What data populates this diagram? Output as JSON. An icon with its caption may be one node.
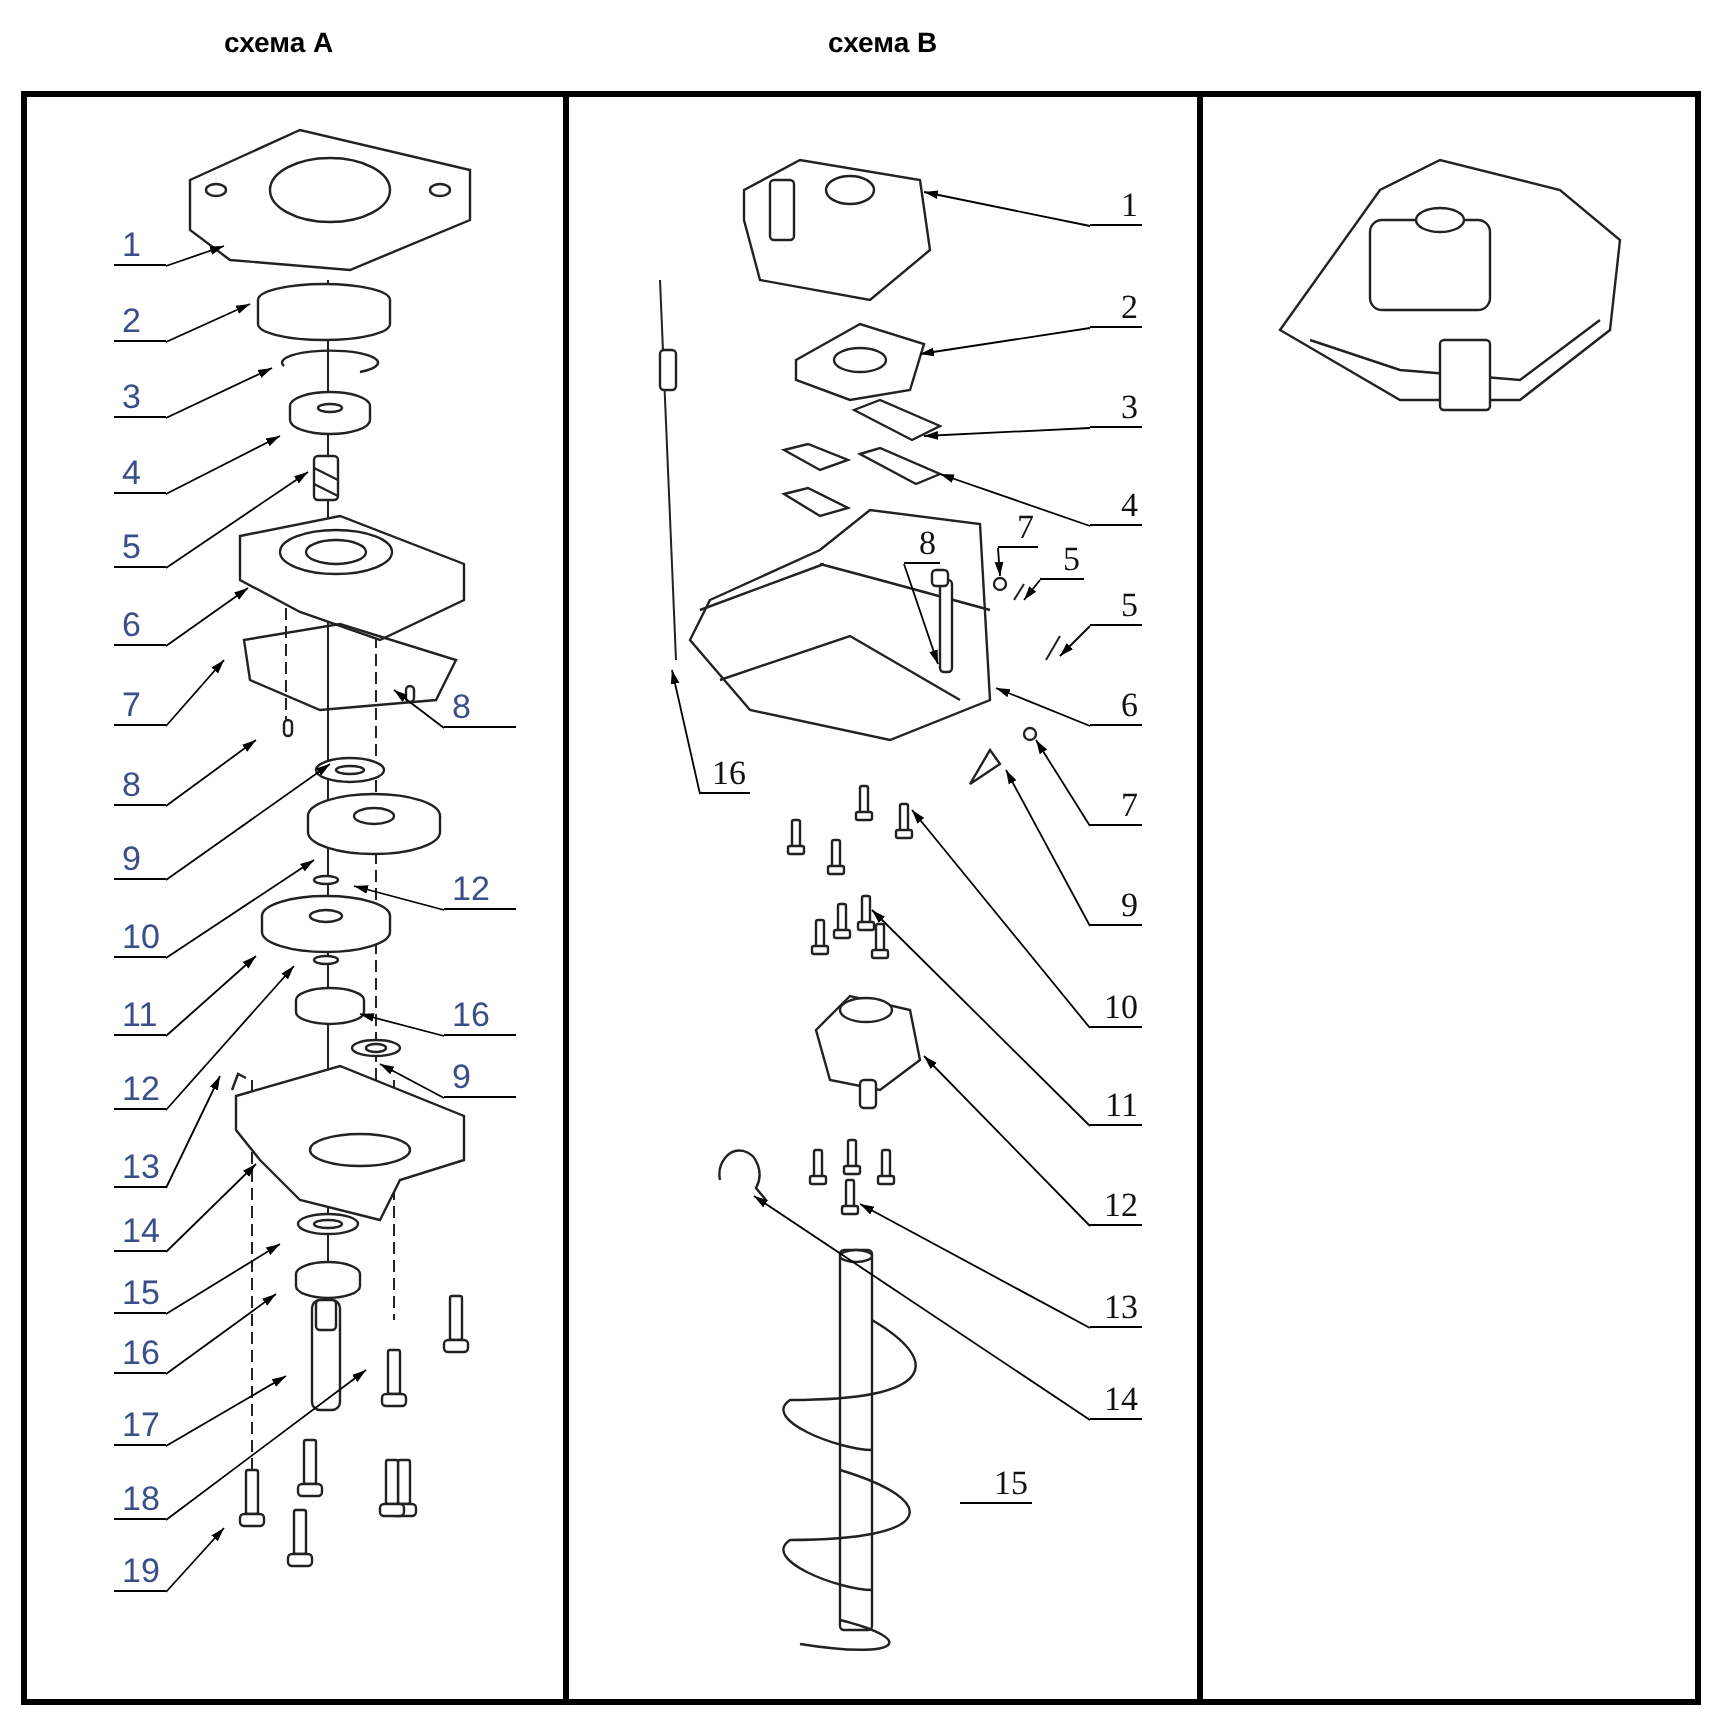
{
  "diagram": {
    "nodes": [
      {
        "text": [
          "1"
        ]
      },
      {
        "text": [
          "2"
        ]
      },
      {
        "text": [
          "3"
        ]
      },
      {
        "text": [
          "4"
        ]
      },
      {
        "text": [
          "5"
        ]
      },
      {
        "text": [
          "6"
        ]
      },
      {
        "text": [
          "7"
        ]
      },
      {
        "text": [
          "8"
        ]
      },
      {
        "text": [
          "8"
        ]
      },
      {
        "text": [
          "9"
        ]
      },
      {
        "text": [
          "12"
        ]
      },
      {
        "text": [
          "10"
        ]
      },
      {
        "text": [
          "16"
        ]
      },
      {
        "text": [
          "11"
        ]
      },
      {
        "text": [
          "9"
        ]
      },
      {
        "text": [
          "12"
        ]
      },
      {
        "text": [
          "13"
        ]
      },
      {
        "text": [
          "14"
        ]
      },
      {
        "text": [
          "15"
        ]
      },
      {
        "text": [
          "16"
        ]
      },
      {
        "text": [
          "17"
        ]
      },
      {
        "text": [
          "18"
        ]
      },
      {
        "text": [
          "19"
        ]
      },
      {
        "text": [
          "1"
        ]
      },
      {
        "text": [
          "2"
        ]
      },
      {
        "text": [
          "3"
        ]
      },
      {
        "text": [
          "4"
        ]
      },
      {
        "text": [
          "8"
        ]
      },
      {
        "text": [
          "7"
        ]
      },
      {
        "text": [
          "5"
        ]
      },
      {
        "text": [
          "5"
        ]
      },
      {
        "text": [
          "6"
        ]
      },
      {
        "text": [
          "16"
        ]
      },
      {
        "text": [
          "7"
        ]
      },
      {
        "text": [
          "9"
        ]
      },
      {
        "text": [
          "10"
        ]
      },
      {
        "text": [
          "11"
        ]
      },
      {
        "text": [
          "12"
        ]
      },
      {
        "text": [
          "13"
        ]
      },
      {
        "text": [
          "14"
        ]
      },
      {
        "text": [
          "15"
        ]
      }
    ],
    "edges": [
      {
        "from": 0,
        "to": null,
        "arrow": "to"
      },
      {
        "from": 1,
        "to": null,
        "arrow": "to"
      },
      {
        "from": 2,
        "to": null,
        "arrow": "to"
      },
      {
        "from": 3,
        "to": null,
        "arrow": "to"
      },
      {
        "from": 4,
        "to": null,
        "arrow": "to"
      },
      {
        "from": 5,
        "to": null,
        "arrow": "to"
      },
      {
        "from": 6,
        "to": null,
        "arrow": "to"
      },
      {
        "from": 7,
        "to": null,
        "arrow": "to"
      },
      {
        "from": 8,
        "to": null,
        "arrow": "to"
      },
      {
        "from": 9,
        "to": null,
        "arrow": "to"
      },
      {
        "from": 10,
        "to": null,
        "arrow": "to"
      },
      {
        "from": 11,
        "to": null,
        "arrow": "to"
      },
      {
        "from": 12,
        "to": null,
        "arrow": "to"
      },
      {
        "from": 13,
        "to": null,
        "arrow": "to"
      },
      {
        "from": 14,
        "to": null,
        "arrow": "to"
      },
      {
        "from": 15,
        "to": null,
        "arrow": "to"
      },
      {
        "from": 16,
        "to": null,
        "arrow": "to"
      },
      {
        "from": 17,
        "to": null,
        "arrow": "to"
      },
      {
        "from": 18,
        "to": null,
        "arrow": "to"
      },
      {
        "from": 19,
        "to": null,
        "arrow": "to"
      },
      {
        "from": 20,
        "to": null,
        "arrow": "to"
      },
      {
        "from": 21,
        "to": null,
        "arrow": "to"
      },
      {
        "from": 22,
        "to": null,
        "arrow": "to"
      },
      {
        "from": 23,
        "to": null,
        "arrow": "to"
      },
      {
        "from": 24,
        "to": null,
        "arrow": "to"
      },
      {
        "from": 25,
        "to": null,
        "arrow": "to"
      },
      {
        "from": 26,
        "to": null,
        "arrow": "to"
      },
      {
        "from": 27,
        "to": null,
        "arrow": "to"
      },
      {
        "from": 28,
        "to": null,
        "arrow": "to"
      },
      {
        "from": 29,
        "to": null,
        "arrow": "to"
      },
      {
        "from": 30,
        "to": null,
        "arrow": "to"
      },
      {
        "from": 31,
        "to": null,
        "arrow": "to"
      },
      {
        "from": 32,
        "to": null,
        "arrow": "to"
      },
      {
        "from": 33,
        "to": null,
        "arrow": "to"
      },
      {
        "from": 34,
        "to": null,
        "arrow": "to"
      },
      {
        "from": 35,
        "to": null,
        "arrow": "to"
      },
      {
        "from": 36,
        "to": null,
        "arrow": "to"
      },
      {
        "from": 37,
        "to": null,
        "arrow": "to"
      },
      {
        "from": 38,
        "to": null,
        "arrow": "to"
      },
      {
        "from": 39,
        "to": null,
        "arrow": "to"
      }
    ],
    "labels": [
      "схема A",
      "схема B"
    ]
  }
}
